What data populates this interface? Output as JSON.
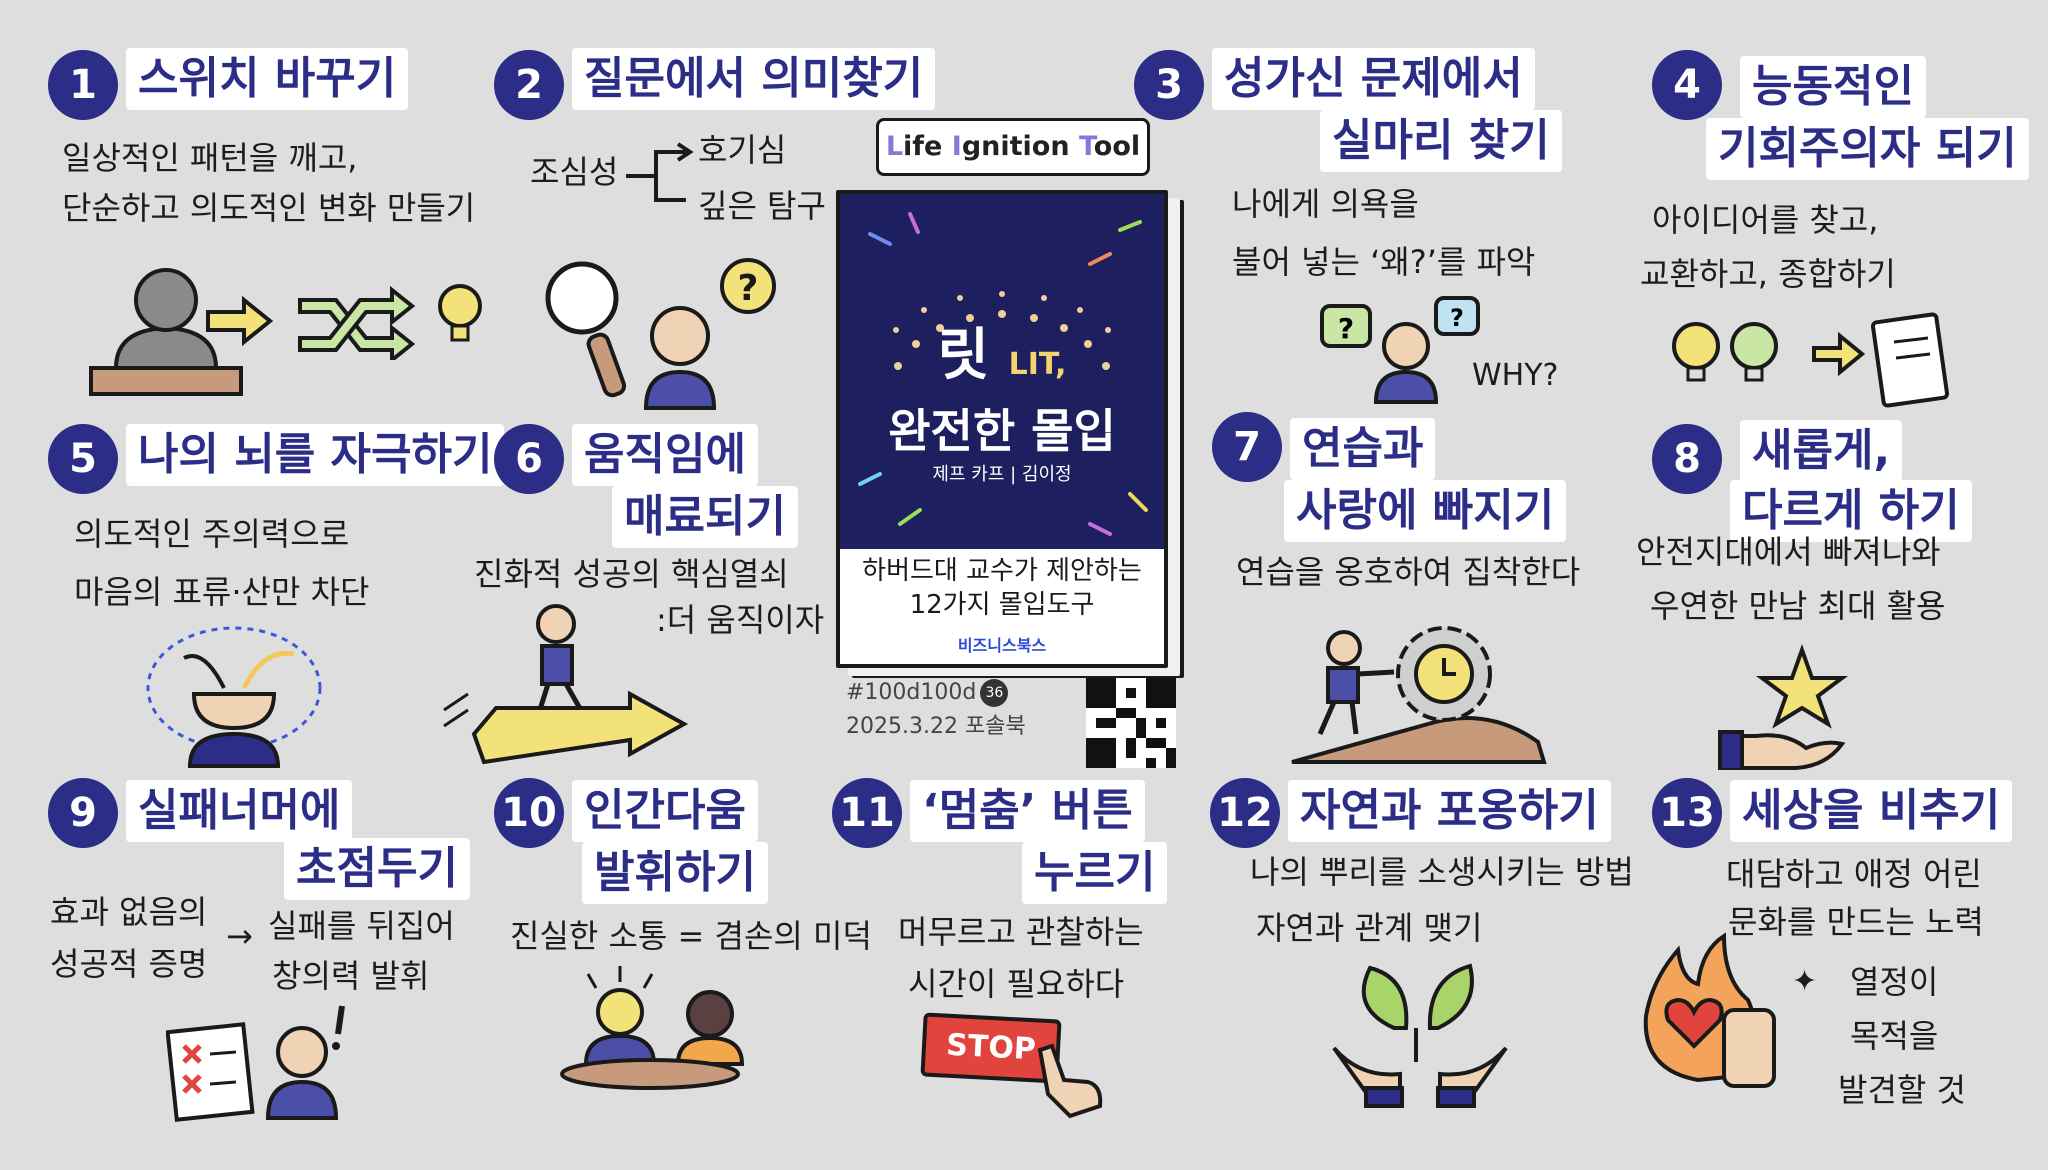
{
  "lit_tag": {
    "l1": "L",
    "t1": "ife ",
    "l2": "I",
    "t2": "gnition ",
    "l3": "T",
    "t3": "ool"
  },
  "book": {
    "title_main": "릿",
    "title_latin": "LIT,",
    "title_sub": "완전한 몰입",
    "authors": "제프 카프 | 김이정",
    "subtitle_1": "하버드대 교수가 제안하는",
    "subtitle_2": "12가지 몰입도구",
    "publisher": "비즈니스북스"
  },
  "stamp": {
    "line1": "#100d100d",
    "badge": "36",
    "line2": "2025.3.22 포솔북"
  },
  "sections": [
    {
      "num": "1",
      "title": [
        "스위치 바꾸기"
      ],
      "lines": [
        "일상적인 패턴을 깨고,",
        "단순하고 의도적인 변화 만들기"
      ]
    },
    {
      "num": "2",
      "title": [
        "질문에서 의미찾기"
      ],
      "lines": [
        "조심성",
        "호기심",
        "깊은 탐구"
      ]
    },
    {
      "num": "3",
      "title": [
        "성가신 문제에서",
        "실마리 찾기"
      ],
      "lines": [
        "나에게 의욕을",
        "불어 넣는 ‘왜?’를 파악",
        "WHY?"
      ]
    },
    {
      "num": "4",
      "title": [
        "능동적인",
        "기회주의자 되기"
      ],
      "lines": [
        "아이디어를 찾고,",
        "교환하고, 종합하기"
      ]
    },
    {
      "num": "5",
      "title": [
        "나의 뇌를 자극하기"
      ],
      "lines": [
        "의도적인 주의력으로",
        "마음의 표류·산만 차단"
      ]
    },
    {
      "num": "6",
      "title": [
        "움직임에",
        "매료되기"
      ],
      "lines": [
        "진화적 성공의 핵심열쇠",
        ":더 움직이자"
      ]
    },
    {
      "num": "7",
      "title": [
        "연습과",
        "사랑에 빠지기"
      ],
      "lines": [
        "연습을 옹호하여 집착한다"
      ]
    },
    {
      "num": "8",
      "title": [
        "새롭게,",
        "다르게 하기"
      ],
      "lines": [
        "안전지대에서 빠져나와",
        "우연한 만남 최대 활용"
      ]
    },
    {
      "num": "9",
      "title": [
        "실패너머에",
        "초점두기"
      ],
      "lines": [
        "효과 없음의",
        "성공적 증명",
        "실패를 뒤집어",
        "창의력 발휘"
      ]
    },
    {
      "num": "10",
      "title": [
        "인간다움",
        "발휘하기"
      ],
      "lines": [
        "진실한 소통 = 겸손의 미덕"
      ]
    },
    {
      "num": "11",
      "title": [
        "‘멈춤’ 버튼",
        "누르기"
      ],
      "lines": [
        "머무르고 관찰하는",
        "시간이 필요하다",
        "STOP"
      ]
    },
    {
      "num": "12",
      "title": [
        "자연과 포옹하기"
      ],
      "lines": [
        "나의 뿌리를 소생시키는 방법",
        "자연과 관계 맺기"
      ]
    },
    {
      "num": "13",
      "title": [
        "세상을 비추기"
      ],
      "lines": [
        "대담하고 애정 어린",
        "문화를 만드는 노력",
        "열정이",
        "목적을",
        "발견할 것"
      ]
    }
  ],
  "icons": [
    "bust-statue-icon",
    "arrow-right-icon",
    "shuffle-icon",
    "lightbulb-icon",
    "magnifier-icon",
    "question-bulb-icon",
    "thinking-person-icon",
    "question-bubble-icon",
    "bulbs-icon",
    "document-pen-icon",
    "brain-icon",
    "running-person-icon",
    "arrow-floor-icon",
    "climbing-person-icon",
    "gear-clock-icon",
    "star-hand-icon",
    "checklist-icon",
    "person-icon",
    "conversation-icon",
    "stop-button-icon",
    "leaves-hands-icon",
    "fire-heart-icon",
    "qr-code-icon"
  ],
  "colors": {
    "accent": "#2b2d86",
    "background": "#dedede",
    "book_cover": "#1d1f5e",
    "yellow": "#f3e27a",
    "red": "#e0443c"
  }
}
